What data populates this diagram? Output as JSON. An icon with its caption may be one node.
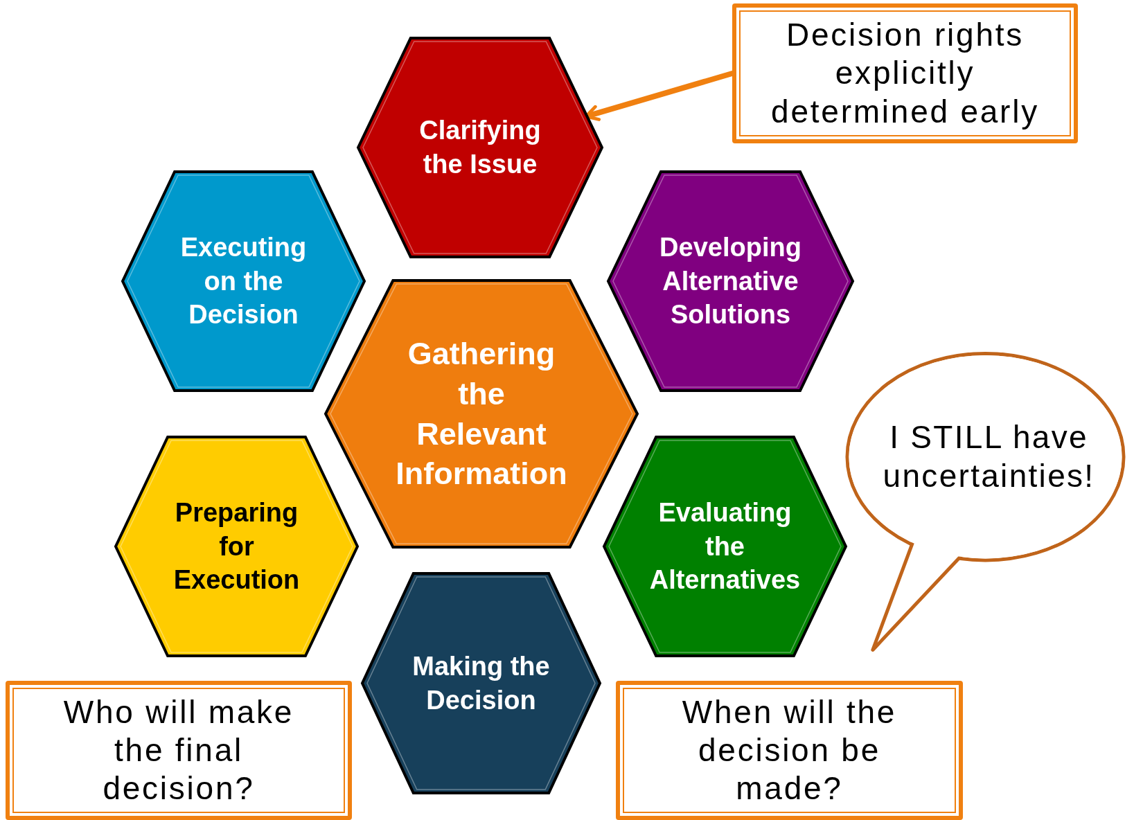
{
  "diagram": {
    "nodes": [
      {
        "text": [
          "Clarifying the Issue"
        ]
      },
      {
        "text": [
          "Executing on the Decision"
        ]
      },
      {
        "text": [
          "Developing Alternative Solutions"
        ]
      },
      {
        "text": [
          "Gathering the Relevant Information"
        ]
      },
      {
        "text": [
          "Preparing for Execution"
        ]
      },
      {
        "text": [
          "Evaluating the Alternatives"
        ]
      },
      {
        "text": [
          "Making the Decision"
        ]
      },
      {
        "text": [
          "Decision rights explicitly determined early"
        ]
      },
      {
        "text": [
          "Who will make the final decision?"
        ]
      },
      {
        "text": [
          "When will the decision be made?"
        ]
      },
      {
        "text": [
          "I STILL have uncertainties!"
        ]
      }
    ],
    "edges": [
      {
        "from": 7,
        "to": 0,
        "arrow": "to",
        "color": "#f08010"
      }
    ]
  }
}
